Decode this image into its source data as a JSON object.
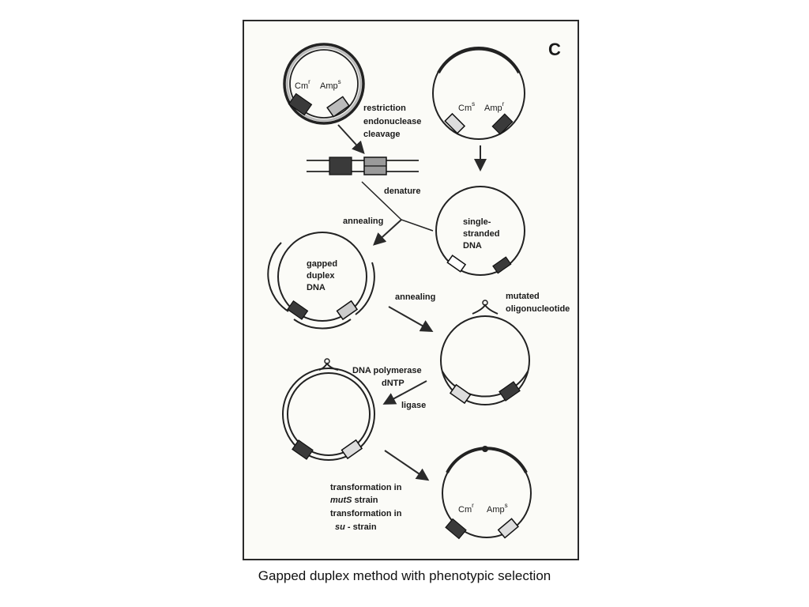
{
  "panel_letter": "C",
  "caption": "Gapped duplex method with phenotypic selection",
  "labels": {
    "plasmid1_cm": "Cm",
    "plasmid1_cm_sup": "r",
    "plasmid1_amp": "Amp",
    "plasmid1_amp_sup": "s",
    "plasmid2_cm": "Cm",
    "plasmid2_cm_sup": "s",
    "plasmid2_amp": "Amp",
    "plasmid2_amp_sup": "r",
    "restriction_1": "restriction",
    "restriction_2": "endonuclease",
    "restriction_3": "cleavage",
    "denature": "denature",
    "annealing_1": "annealing",
    "single_1": "single-",
    "single_2": "stranded",
    "single_3": "DNA",
    "gapped_1": "gapped",
    "gapped_2": "duplex",
    "gapped_3": "DNA",
    "annealing_2": "annealing",
    "mutated_1": "mutated",
    "mutated_2": "oligonucleotide",
    "polymerase": "DNA polymerase",
    "dntp": "dNTP",
    "ligase": "ligase",
    "transformation_1": "transformation  in",
    "muts_strain_italic": "mutS",
    "muts_strain_rest": " strain",
    "transformation_2": "transformation  in",
    "su_strain_italic": "su",
    "su_strain_rest": " -  strain",
    "final_cm": "Cm",
    "final_cm_sup": "r",
    "final_amp": "Amp",
    "final_amp_sup": "s"
  }
}
